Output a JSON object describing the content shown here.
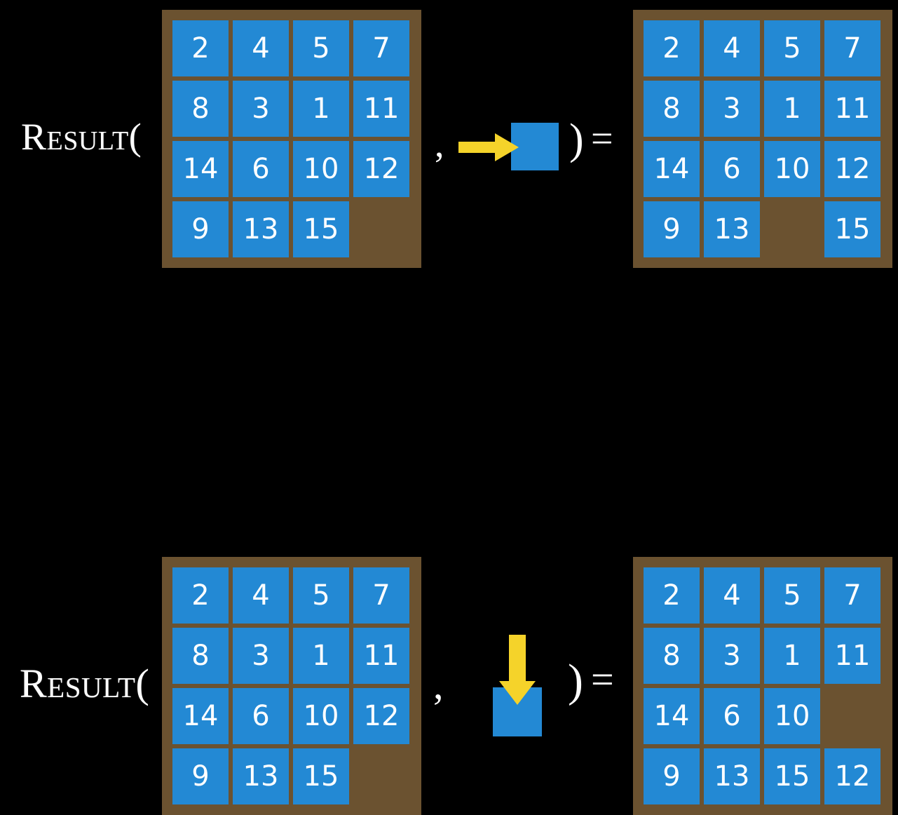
{
  "page": {
    "background_color": "#000000",
    "title": "Result function applied to 15-puzzle states"
  },
  "colors": {
    "background": "#000000",
    "board": "#6b5230",
    "tile": "#2389d4",
    "tile_text": "#ffffff",
    "arrow": "#f5d32a",
    "text": "#ffffff"
  },
  "notation": {
    "result_label": "Result(",
    "comma": ",",
    "close_paren": ")",
    "equals": "="
  },
  "rows": [
    {
      "id": "top",
      "label": "Result(",
      "input_board": {
        "name": "state-before-move-right",
        "rows": 4,
        "cols": 4,
        "cells": [
          [
            "2",
            "4",
            "5",
            "7"
          ],
          [
            "8",
            "3",
            "1",
            "11"
          ],
          [
            "14",
            "6",
            "10",
            "12"
          ],
          [
            "9",
            "13",
            "15",
            ""
          ]
        ]
      },
      "action": {
        "name": "move-right-action",
        "direction": "right",
        "arrow_icon": "arrow-right-icon",
        "blank_square_label": ""
      },
      "output_board": {
        "name": "state-after-move-right",
        "rows": 4,
        "cols": 4,
        "cells": [
          [
            "2",
            "4",
            "5",
            "7"
          ],
          [
            "8",
            "3",
            "1",
            "11"
          ],
          [
            "14",
            "6",
            "10",
            "12"
          ],
          [
            "9",
            "13",
            "",
            "15"
          ]
        ]
      }
    },
    {
      "id": "bottom",
      "label": "Result(",
      "input_board": {
        "name": "state-before-move-down",
        "rows": 4,
        "cols": 4,
        "cells": [
          [
            "2",
            "4",
            "5",
            "7"
          ],
          [
            "8",
            "3",
            "1",
            "11"
          ],
          [
            "14",
            "6",
            "10",
            "12"
          ],
          [
            "9",
            "13",
            "15",
            ""
          ]
        ]
      },
      "action": {
        "name": "move-down-action",
        "direction": "down",
        "arrow_icon": "arrow-down-icon",
        "blank_square_label": ""
      },
      "output_board": {
        "name": "state-after-move-down",
        "rows": 4,
        "cols": 4,
        "cells": [
          [
            "2",
            "4",
            "5",
            "7"
          ],
          [
            "8",
            "3",
            "1",
            "11"
          ],
          [
            "14",
            "6",
            "10",
            ""
          ],
          [
            "9",
            "13",
            "15",
            "12"
          ]
        ]
      }
    }
  ]
}
